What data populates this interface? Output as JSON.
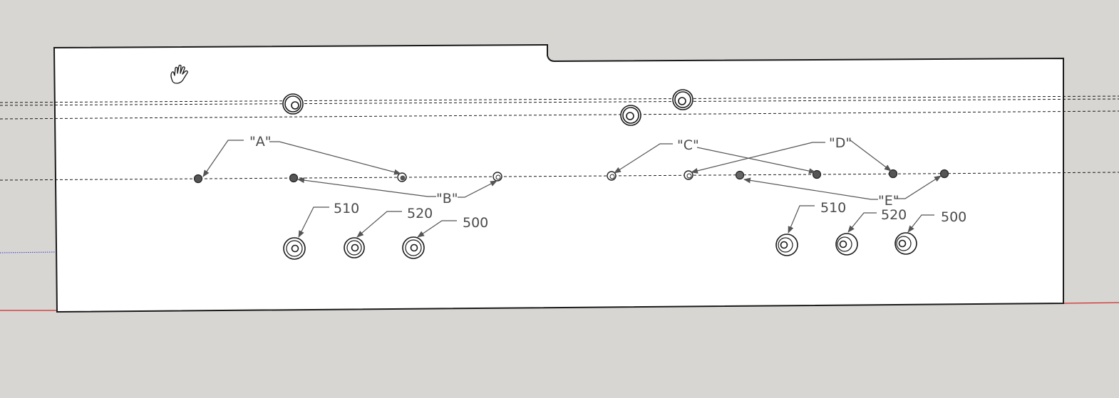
{
  "viewport": {
    "background": "#d7d6d2",
    "panel_fill": "#ffffff",
    "edge_color": "#1a1a1a",
    "axis_red": "#cc0000",
    "axis_blue": "#3a3ad0",
    "guide_color": "#1a1a1a",
    "cursor": "pan-hand-icon"
  },
  "labels": {
    "a": "\"A\"",
    "b": "\"B\"",
    "c": "\"C\"",
    "d": "\"D\"",
    "e": "\"E\"",
    "left_510": "510",
    "left_520": "520",
    "left_500": "500",
    "right_510": "510",
    "right_520": "520",
    "right_500": "500"
  }
}
